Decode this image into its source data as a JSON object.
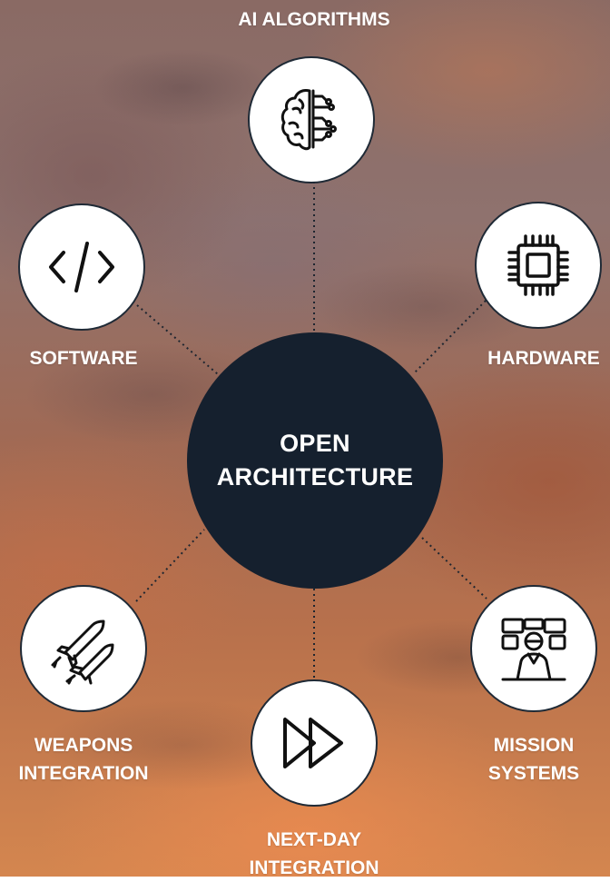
{
  "center": {
    "line1": "OPEN",
    "line2": "ARCHITECTURE"
  },
  "nodes": [
    {
      "id": "ai",
      "label": "AI ALGORITHMS",
      "icon": "brain-circuit-icon"
    },
    {
      "id": "software",
      "label": "SOFTWARE",
      "icon": "code-brackets-icon"
    },
    {
      "id": "hardware",
      "label": "HARDWARE",
      "icon": "microchip-icon"
    },
    {
      "id": "weapons",
      "line1": "WEAPONS",
      "line2": "INTEGRATION",
      "icon": "missiles-icon"
    },
    {
      "id": "nextday",
      "line1": "NEXT-DAY",
      "line2": "INTEGRATION",
      "icon": "fast-forward-icon"
    },
    {
      "id": "mission",
      "line1": "MISSION",
      "line2": "SYSTEMS",
      "icon": "operator-screens-icon"
    }
  ],
  "colors": {
    "center_fill": "#15202e",
    "node_fill": "#ffffff",
    "icon_stroke": "#111111",
    "label_text": "#ffffff"
  }
}
